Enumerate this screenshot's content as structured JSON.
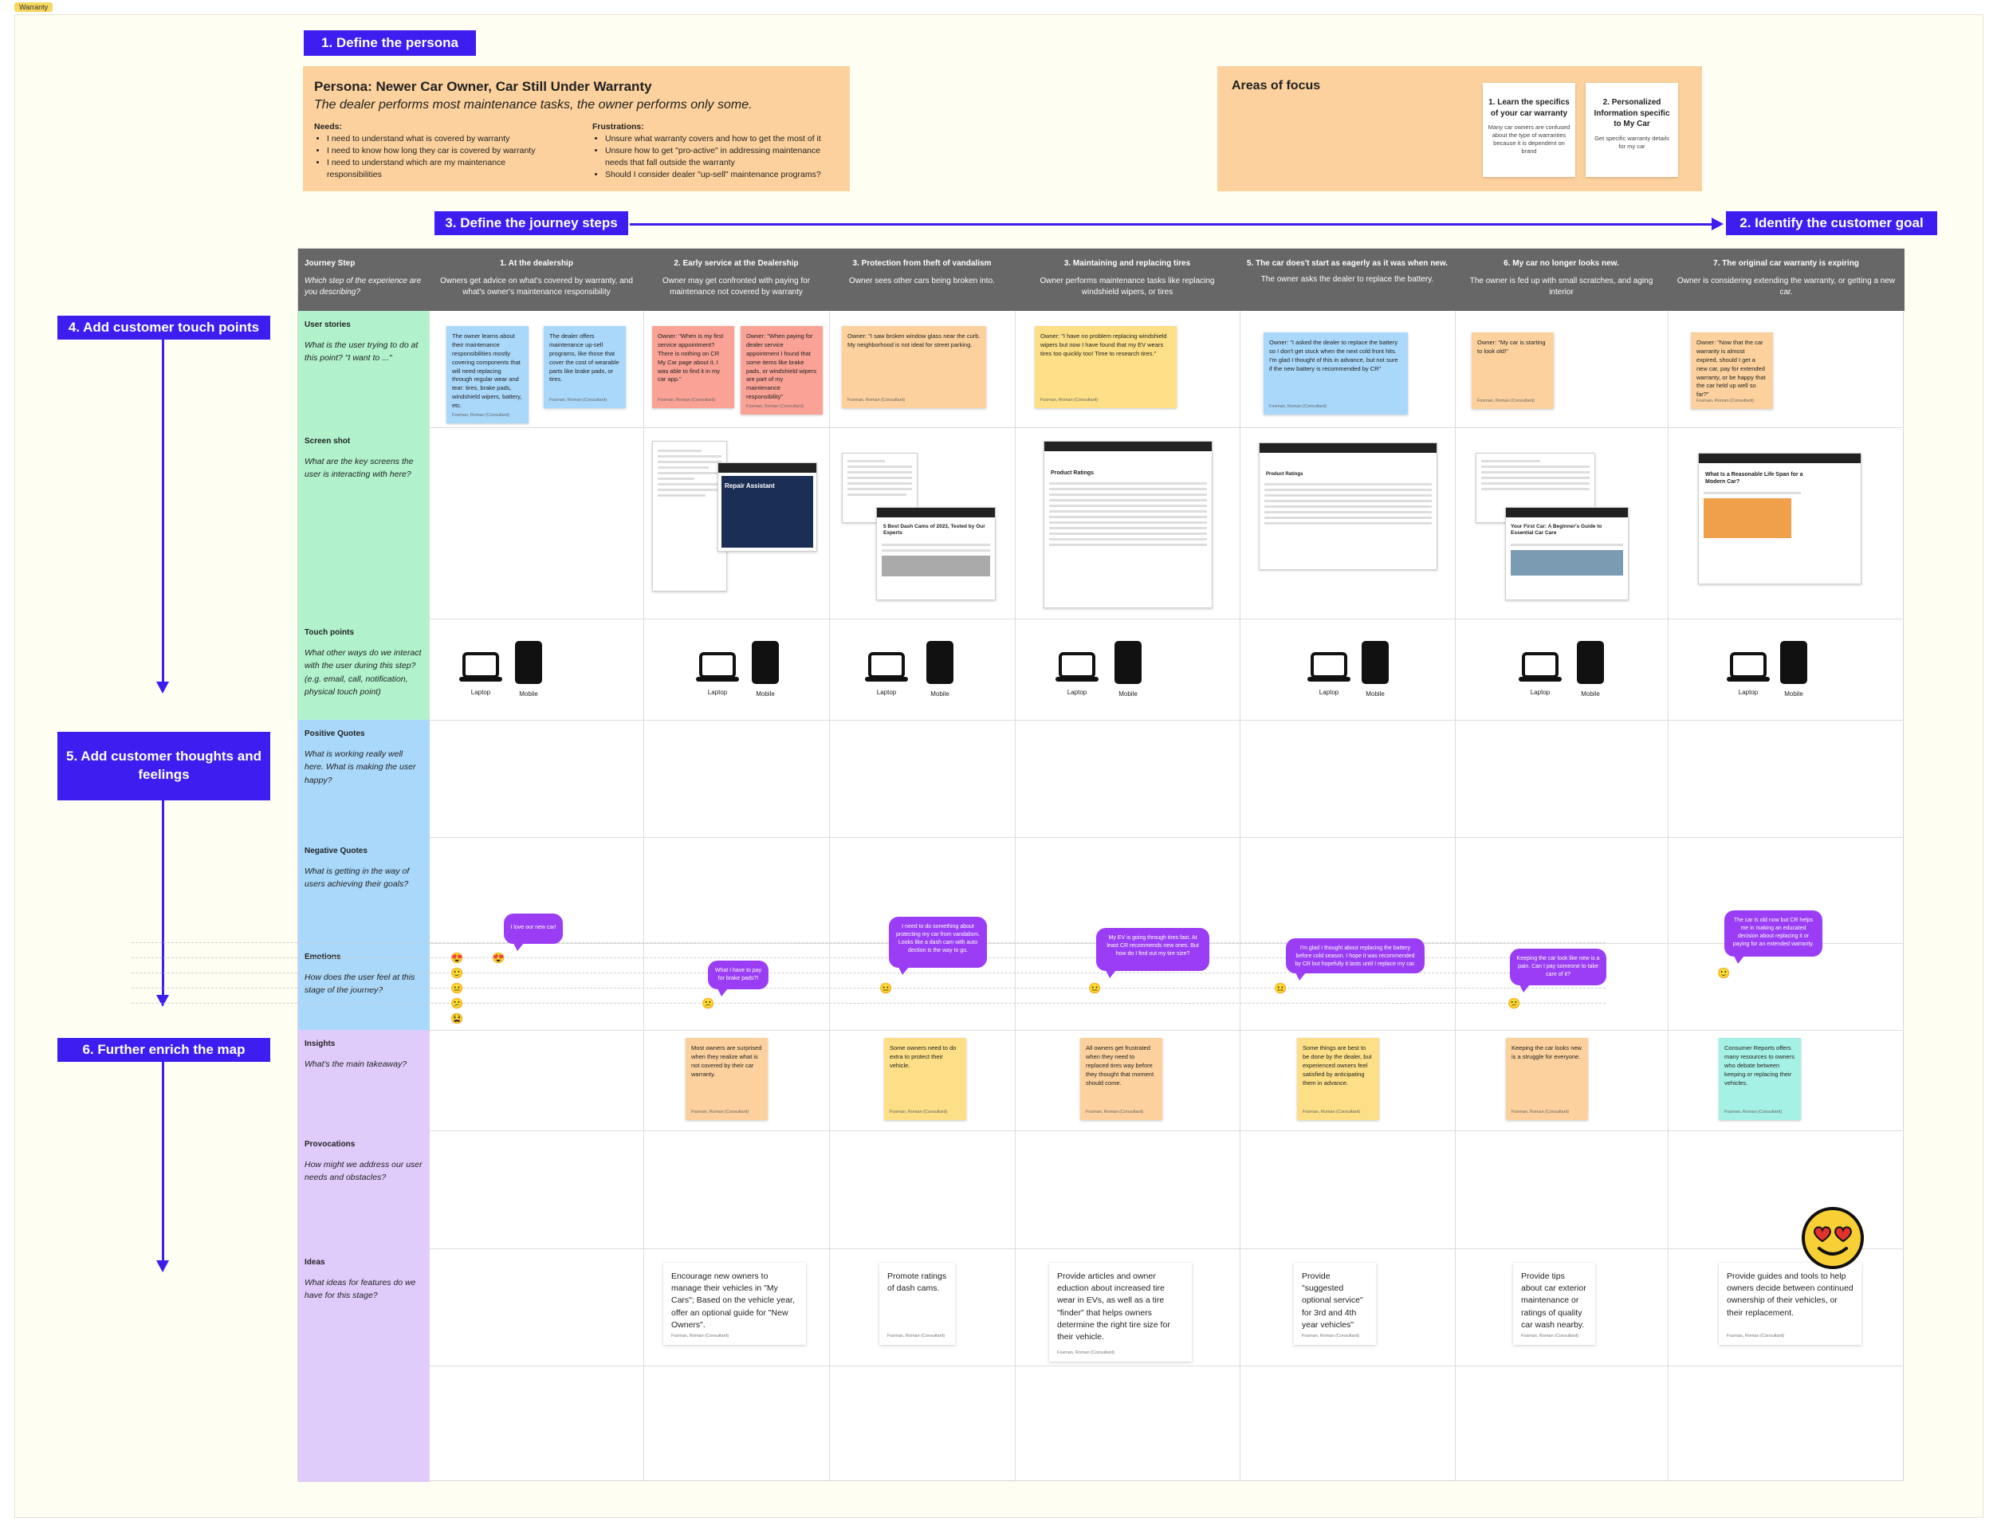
{
  "board_tag": "Warranty",
  "steps": {
    "s1": "1. Define the persona",
    "s2": "2. Identify the customer goal",
    "s3": "3. Define the journey steps",
    "s4": "4. Add customer touch points",
    "s5": "5. Add customer thoughts and feelings",
    "s6": "6. Further enrich the map"
  },
  "persona": {
    "title": "Persona: Newer Car Owner, Car Still Under Warranty",
    "subtitle": "The dealer performs most maintenance tasks, the owner performs only some.",
    "needs_label": "Needs:",
    "needs": [
      "I need to understand what is covered by warranty",
      "I need to know how long they car is covered by warranty",
      "I need to understand which are my maintenance responsibilities"
    ],
    "frustrations_label": "Frustrations:",
    "frustrations": [
      "Unsure what warranty covers and how to get the most of it",
      "Unsure how to get \"pro-active\" in addressing maintenance needs that fall outside the warranty",
      "Should I consider dealer \"up-sell\" maintenance programs?"
    ]
  },
  "areas_of_focus": {
    "title": "Areas of focus",
    "cards": [
      {
        "title": "1. Learn the specifics of your car warranty",
        "body": "Many car owners are confused about the type of warranties because it is dependent on brand"
      },
      {
        "title": "2. Personalized Information specific to My Car",
        "body": "Get specific warranty details for my car"
      }
    ]
  },
  "header": {
    "row_title": "Journey Step",
    "row_desc": "Which step of the experience are you describing?",
    "columns": [
      {
        "title": "1. At the dealership",
        "desc": "Owners get advice on what's covered by warranty, and what's owner's maintenance responsibility"
      },
      {
        "title": "2. Early service at the Dealership",
        "desc": "Owner may get confronted with paying for maintenance not covered by warranty"
      },
      {
        "title": "3. Protection from theft of vandalism",
        "desc": "Owner sees other cars being broken into."
      },
      {
        "title": "3. Maintaining and replacing tires",
        "desc": "Owner performs maintenance tasks like replacing windshield wipers, or tires"
      },
      {
        "title": "5. The car does't start as eagerly as it was when new.",
        "desc": "The owner asks the dealer to replace the battery."
      },
      {
        "title": "6. My car no longer looks new.",
        "desc": "The owner is fed up with small scratches, and aging interior"
      },
      {
        "title": "7. The original car warranty is expiring",
        "desc": "Owner is considering extending the warranty, or getting a new car."
      }
    ]
  },
  "rows": [
    {
      "title": "User stories",
      "desc": "What is the user trying to do at this point? \"I want to ...\""
    },
    {
      "title": "Screen shot",
      "desc": "What are the key screens the user is interacting with here?"
    },
    {
      "title": "Touch points",
      "desc": "What other ways do we interact with the user during this step? (e.g. email, call, notification, physical touch point)"
    },
    {
      "title": "Positive Quotes",
      "desc": "What is working really well here. What is making the user happy?"
    },
    {
      "title": "Negative Quotes",
      "desc": "What is getting in the way of users achieving their goals?"
    },
    {
      "title": "Emotions",
      "desc": "How does the user feel at this stage of the journey?"
    },
    {
      "title": "Insights",
      "desc": "What's the main takeaway?"
    },
    {
      "title": "Provocations",
      "desc": "How might we address our user needs and obstacles?"
    },
    {
      "title": "Ideas",
      "desc": "What ideas for features do we have for this stage?"
    }
  ],
  "author": "Fosman, Roman (Consultant)",
  "user_stories": [
    "The owner learns about their maintenance responsibilities mostly covering components that will need replacing through regular wear and tear: tires, brake pads, windshield wipers, battery, etc.",
    "The dealer offers maintenance up-sell programs, like those that cover the cost of wearable parts like brake pads, or tires.",
    "Owner: \"When is my first service appointment? There is nothing on CR My Car page about it. I was able to find it in my car app.\"",
    "Owner: \"When paying for dealer service appointment I found that some items like brake pads, or windshield wipers are part of my maintenance responsibility\"",
    "Owner: \"I saw broken window glass near the curb. My neighborhood is not ideal for street parking.",
    "Owner: \"I have no problem replacing windshield wipers but now I have found that my EV wears tires too quickly too! Time to research tires.\"",
    "Owner: \"I asked the dealer to replace the battery so I don't get stuck when the next cold front hits. I'm glad I thought of this in advance, but not sure if the new battery is recommended by CR\"",
    "Owner: \"My car is starting to look old!\"",
    "Owner: \"Now that the car warranty is almost expired, should I get a new car, pay for extended warranty, or be happy that the car held up well so far?\""
  ],
  "touch_labels": {
    "laptop": "Laptop",
    "mobile": "Mobile"
  },
  "shot_texts": {
    "repair": "Repair Assistant",
    "dashcam": "5 Best Dash Cams of 2023, Tested by Our Experts",
    "ratings": "Product Ratings",
    "firstcar": "Your First Car: A Beginner's Guide to Essential Car Care",
    "lifespan": "What Is a Reasonable Life Span for a Modern Car?"
  },
  "bubbles": [
    "I love our new car!",
    "What I have to pay for brake pads?!",
    "I need to do something about protecting my car from vandalism. Looks like a dash cam with auto dection is the way to go.",
    "My EV is going through tires fast. At least CR recommends new ones. But how do I find out my tire size?",
    "I'm glad I thought about replacing the battery before cold season. I hope it was recommended by CR but hopefully it lasts until I replace my car.",
    "Keeping the car look like new is a pain. Can I pay someone to take care of it?",
    "The car is old now but CR helps me in making an educated decision about replacing it or paying for an extended warranty."
  ],
  "insights": [
    "Most owners are surprised when they realize what is not covered by their car warranty.",
    "Some owners need to do extra to protect their vehicle.",
    "All owners get frustrated when they need to replaced tires way before they thought that moment should come.",
    "Some things are best to be done by the dealer, but experienced owners feel satisfied by anticipating them in advance.",
    "Keeping the car looks new is a struggle for everyone.",
    "Consumer Reports offers many resources to owners who debate between keeping or replacing their vehicles."
  ],
  "ideas": [
    "Encourage new owners to manage their vehicles in \"My Cars\"; Based on the vehicle year, offer an optional guide for \"New Owners\".",
    "Promote ratings of dash cams.",
    "Provide articles and owner eduction about increased tire wear in EVs, as well as a tire \"finder\" that helps owners determine the right tire size for their vehicle.",
    "Provide \"suggested optional service\" for 3rd and 4th year vehicles\"",
    "Provide tips about car exterior maintenance or ratings of quality car wash nearby.",
    "Provide guides and tools to help owners decide between continued ownership of their vehicles, or their replacement."
  ],
  "colors": {
    "accent": "#3d1df0",
    "row_green": "#b1f2cc",
    "row_blue": "#a9d8fb",
    "row_purple": "#e0ccfb",
    "header": "#676767",
    "bubble": "#9b3df5"
  }
}
